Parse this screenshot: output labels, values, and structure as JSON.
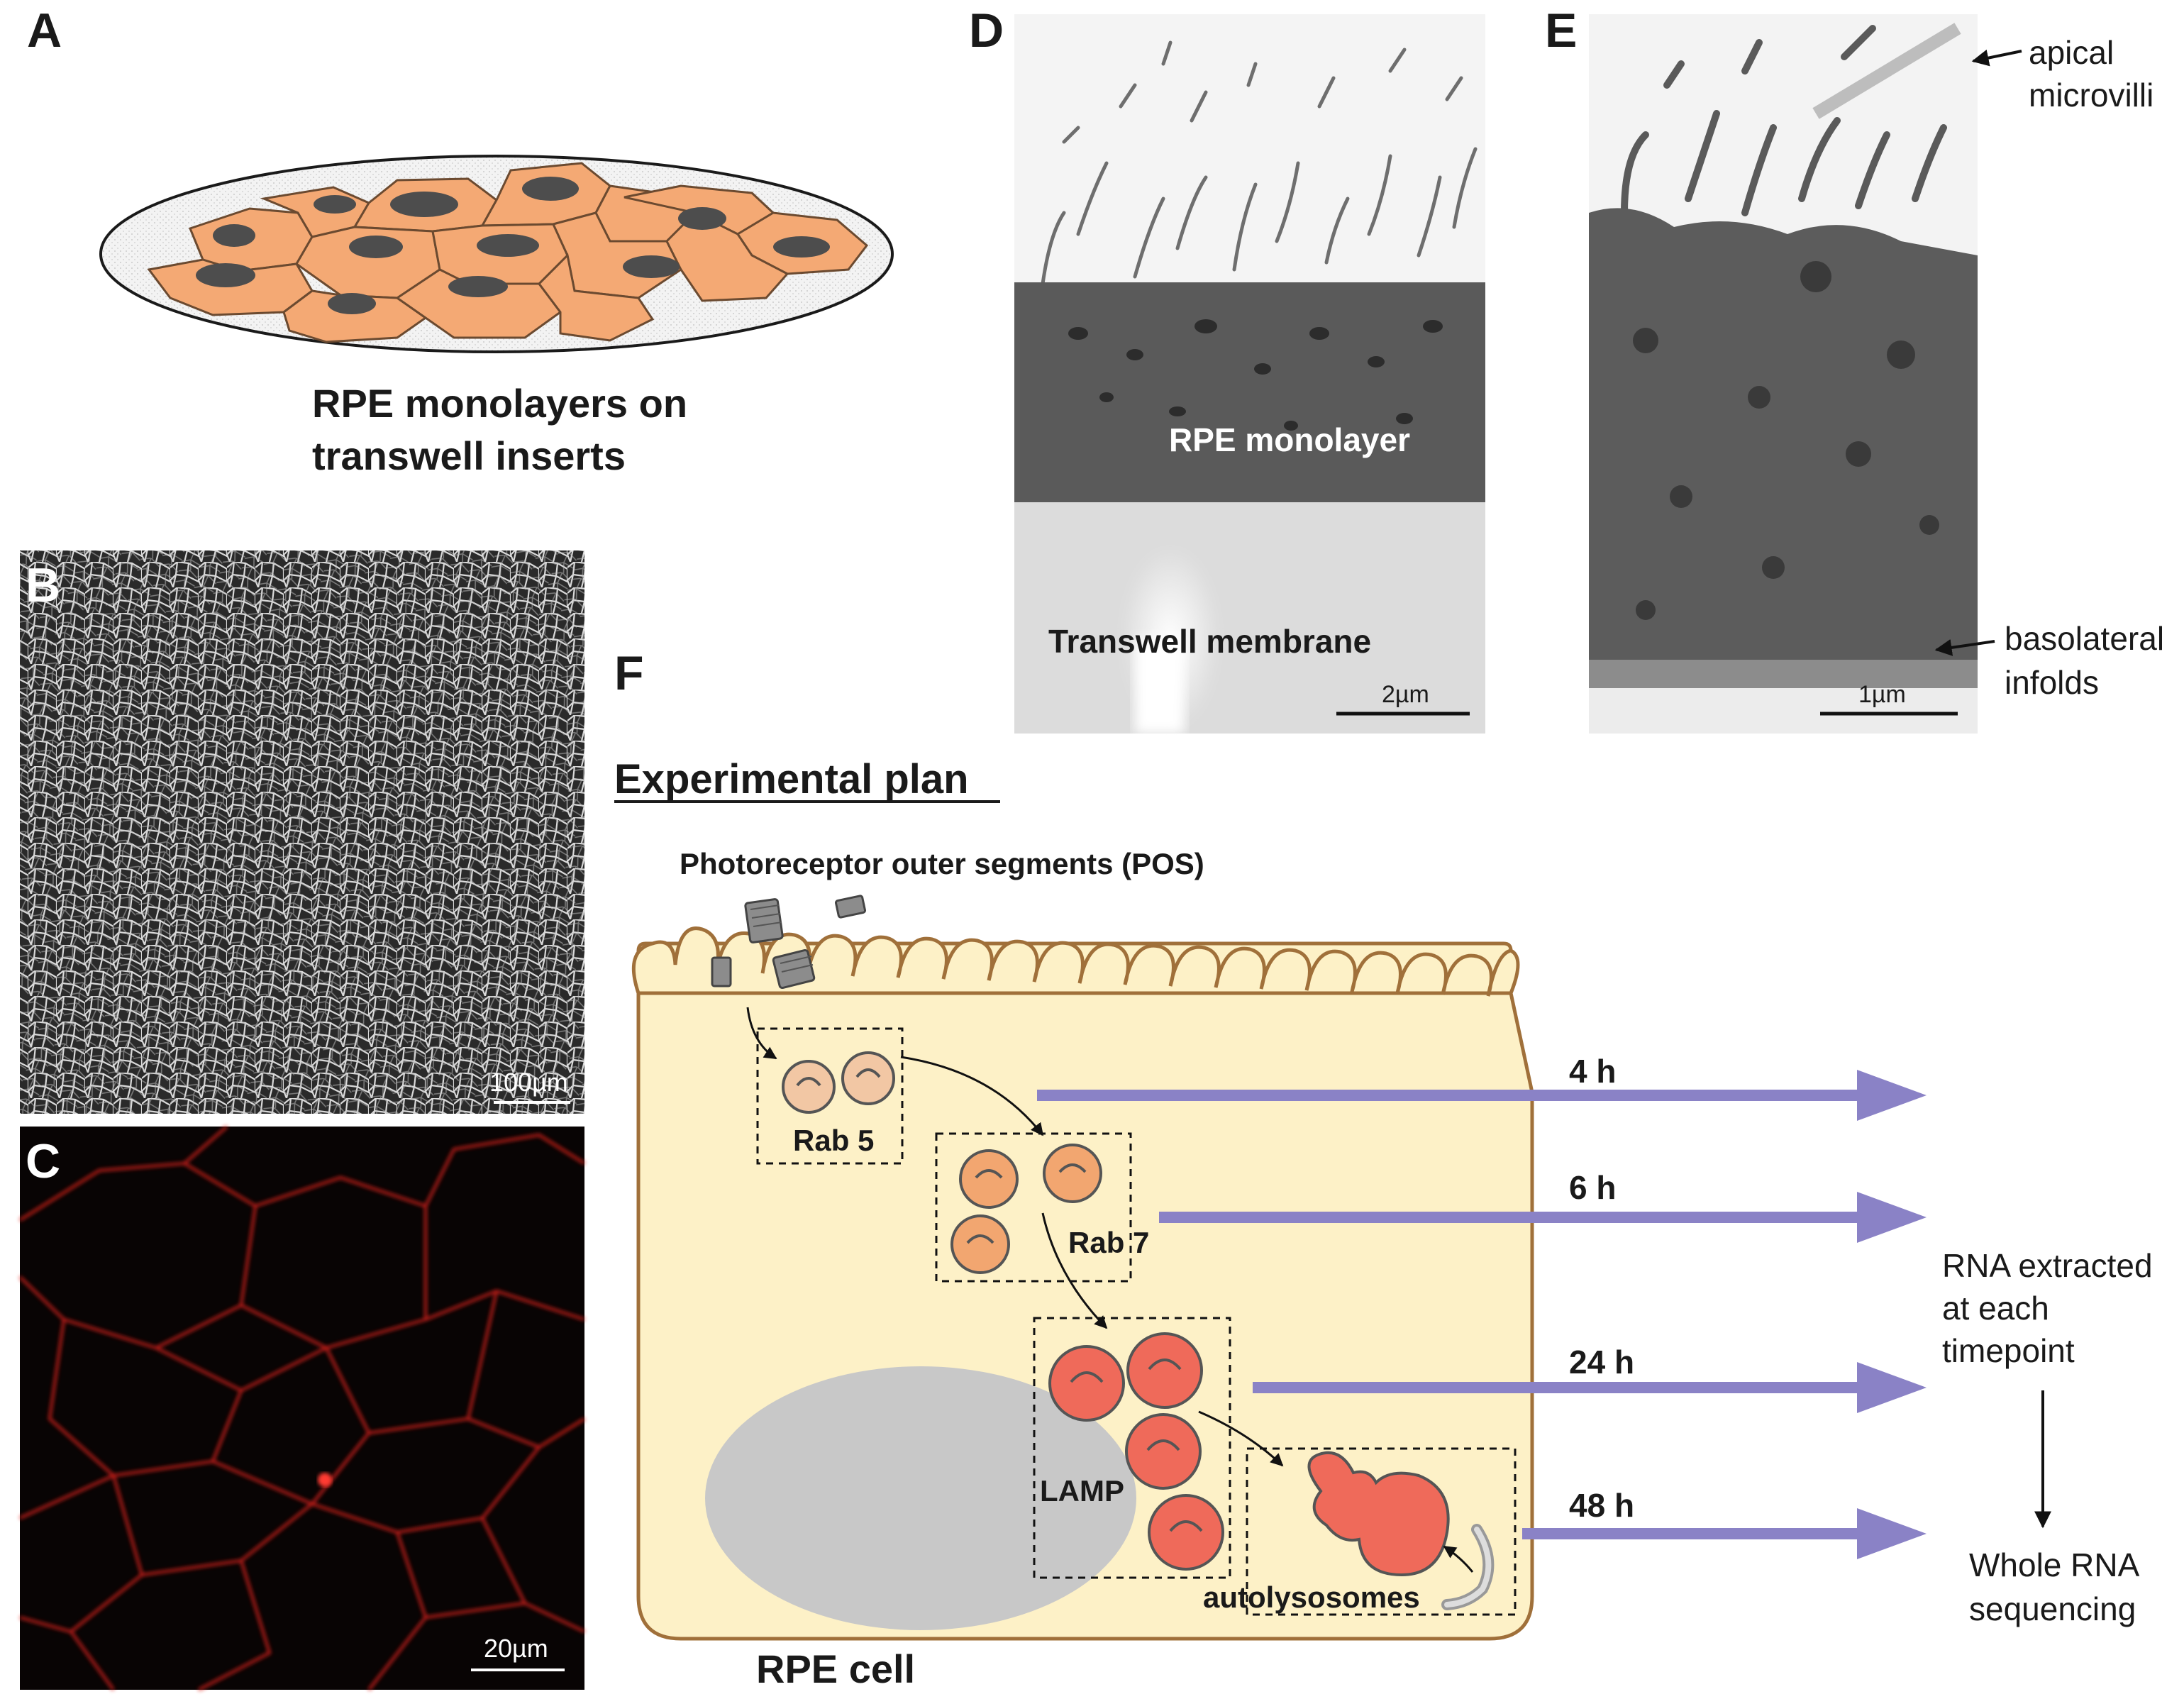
{
  "panels": {
    "a": {
      "letter": "A",
      "caption_line1": "RPE monolayers on",
      "caption_line2": "transwell inserts"
    },
    "b": {
      "letter": "B",
      "scale_bar": "100µm"
    },
    "c": {
      "letter": "C",
      "scale_bar": "20µm"
    },
    "d": {
      "letter": "D",
      "label_monolayer": "RPE monolayer",
      "label_membrane": "Transwell membrane",
      "scale_bar": "2µm"
    },
    "e": {
      "letter": "E",
      "apical_line1": "apical",
      "apical_line2": "microvilli",
      "basolateral_line1": "basolateral",
      "basolateral_line2": "infolds",
      "scale_bar": "1µm"
    },
    "f": {
      "letter": "F",
      "title": "Experimental plan",
      "pos_label": "Photoreceptor outer segments (POS)",
      "cell_label": "RPE cell",
      "compartments": [
        "Rab 5",
        "Rab 7",
        "LAMP",
        "autolysosomes"
      ],
      "timepoints": [
        "4 h",
        "6 h",
        "24 h",
        "48 h"
      ],
      "rna_line1": "RNA extracted",
      "rna_line2": "at each",
      "rna_line3": "timepoint",
      "seq_line1": "Whole RNA",
      "seq_line2": "sequencing"
    }
  },
  "colors": {
    "cell_orange": "#f4a974",
    "nucleus_grey": "#4d4d4d",
    "rpe_cell_fill": "#fdf1c7",
    "rpe_cell_outline": "#a0703a",
    "arrow_purple": "#8a82c6",
    "lysosome_red": "#ef6a5a",
    "phagosome_orange": "#f2a670",
    "nucleus_f": "#c8c8c8",
    "fluor_red": "#e0201e"
  }
}
